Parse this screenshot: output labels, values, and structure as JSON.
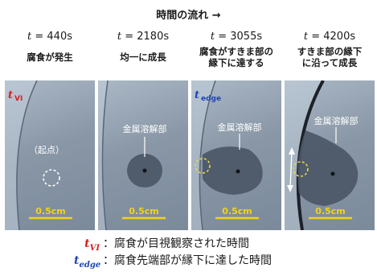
{
  "title": "時間の流れ →",
  "t_symbol": "t",
  "eq": " = ",
  "stages": [
    {
      "time": "440s",
      "desc1": "腐食が発生",
      "desc2": ""
    },
    {
      "time": "2180s",
      "desc1": "均一に成長",
      "desc2": ""
    },
    {
      "time": "3055s",
      "desc1": "腐食がすきま部の",
      "desc2": "縁下に達する"
    },
    {
      "time": "4200s",
      "desc1": "すきま部の縁下",
      "desc2": "に沿って成長"
    }
  ],
  "panel_labels": {
    "tvi": "t",
    "tvi_sub": "VI",
    "tedge": "t",
    "tedge_sub": "edge",
    "origin": "（起点）",
    "dissolved": "金属溶解部",
    "scale": "0.5cm"
  },
  "legend": [
    {
      "sym": "t",
      "sub": "VI",
      "text": "：腐食が目視観察された時間",
      "color": "#d42020"
    },
    {
      "sym": "t",
      "sub": "edge",
      "text": "：腐食先端部が縁下に達した時間",
      "color": "#1f45b0"
    }
  ],
  "colors": {
    "red": "#d42020",
    "blue": "#1f45b0",
    "scale": "#f2d21e",
    "marker": "#e6d84a"
  }
}
